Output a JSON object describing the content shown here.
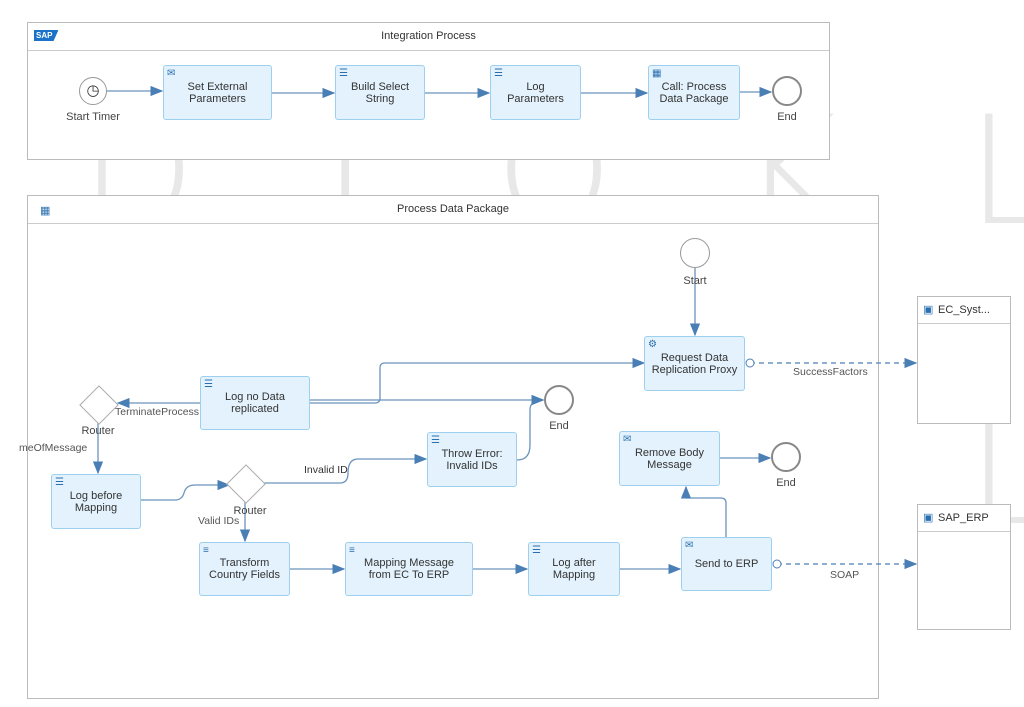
{
  "watermark": "DIOKLES",
  "integration_process": {
    "title": "Integration Process",
    "logo": "SAP",
    "start": "Start Timer",
    "end": "End",
    "steps": [
      "Set External Parameters",
      "Build Select String",
      "Log Parameters",
      "Call: Process Data Package"
    ]
  },
  "process_data_package": {
    "title": "Process Data Package",
    "start": "Start",
    "end1": "End",
    "end2": "End",
    "router1": "Router",
    "router2": "Router",
    "steps": {
      "request": "Request Data Replication Proxy",
      "log_no_data": "Log no Data replicated",
      "throw_error": "Throw Error: Invalid IDs",
      "remove_body": "Remove Body Message",
      "log_before": "Log before Mapping",
      "transform": "Transform Country Fields",
      "mapping": "Mapping Message from EC To ERP",
      "log_after": "Log after Mapping",
      "send": "Send to ERP"
    },
    "edge_labels": {
      "terminate": "TerminateProcess",
      "end_of_message": "meOfMessage",
      "invalid": "Invalid ID",
      "valid": "Valid IDs",
      "successfactors": "SuccessFactors",
      "soap": "SOAP"
    }
  },
  "participants": [
    "EC_Syst...",
    "SAP_ERP"
  ],
  "colors": {
    "step_fill": "#e3f2fc",
    "step_border": "#9dd0ef",
    "flow": "#4a7fb5"
  }
}
